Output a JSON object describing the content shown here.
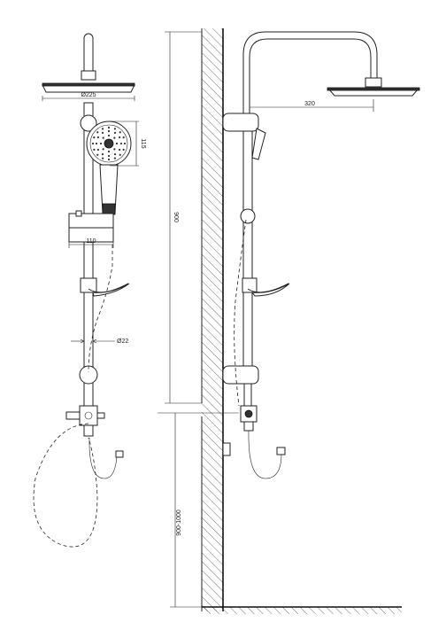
{
  "dimensions": {
    "rain_head_diameter": "Ø225",
    "hand_shower_size": "115",
    "holder_offset": "110",
    "pipe_diameter": "Ø22",
    "arm_reach": "320",
    "column_height": "900",
    "mount_height": "900-1000"
  }
}
